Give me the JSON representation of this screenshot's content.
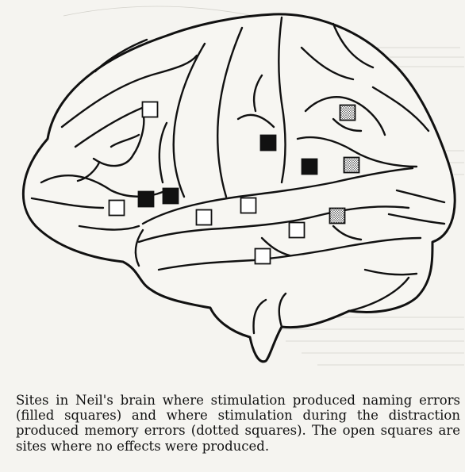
{
  "figure": {
    "caption": "Sites in Neil's brain where stimulation produced naming errors (filled squares) and where stimulation during the distraction produced memory errors (dotted squares). The open squares are sites where no effects were produced.",
    "ink_color": "#111111",
    "paper_color": "#f5f4f0",
    "site_types": {
      "naming_error": "filled",
      "memory_error": "dotted",
      "no_effect": "open"
    },
    "sites": [
      {
        "id": "filled-1",
        "type": "naming_error"
      },
      {
        "id": "filled-2",
        "type": "naming_error"
      },
      {
        "id": "filled-3",
        "type": "naming_error"
      },
      {
        "id": "filled-4",
        "type": "naming_error"
      },
      {
        "id": "dotted-1",
        "type": "memory_error"
      },
      {
        "id": "dotted-2",
        "type": "memory_error"
      },
      {
        "id": "dotted-3",
        "type": "memory_error"
      },
      {
        "id": "open-1",
        "type": "no_effect"
      },
      {
        "id": "open-2",
        "type": "no_effect"
      },
      {
        "id": "open-3",
        "type": "no_effect"
      },
      {
        "id": "open-4",
        "type": "no_effect"
      },
      {
        "id": "open-5",
        "type": "no_effect"
      },
      {
        "id": "open-6",
        "type": "no_effect"
      }
    ]
  }
}
